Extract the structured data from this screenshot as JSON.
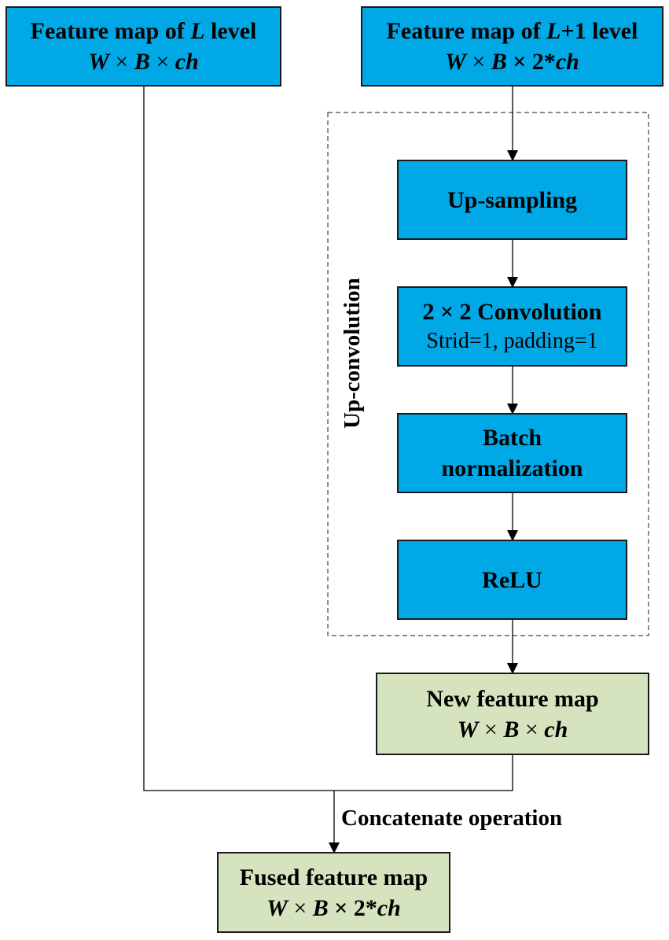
{
  "nodes": {
    "feature_l": {
      "title": "Feature map of L level",
      "title_pre": "Feature map of ",
      "title_var": "L",
      "title_post": " level",
      "dims": "W × B × ch",
      "dims_w": "W",
      "dims_x1": " × ",
      "dims_b": "B",
      "dims_x2": " × ",
      "dims_ch": "ch"
    },
    "feature_l1": {
      "title": "Feature map of L+1 level",
      "title_pre": "Feature map of ",
      "title_var": "L",
      "title_post": "+1 level",
      "dims": "W × B × 2*ch",
      "dims_w": "W",
      "dims_x1": " × ",
      "dims_b": "B",
      "dims_x2": " × 2*",
      "dims_ch": "ch"
    },
    "upsampling": {
      "label": "Up-sampling"
    },
    "conv": {
      "label": "2 × 2 Convolution",
      "sub": "Strid=1, padding=1"
    },
    "batchnorm": {
      "line1": "Batch",
      "line2": "normalization"
    },
    "relu": {
      "label": "ReLU"
    },
    "new_map": {
      "title": "New feature map",
      "dims": "W × B × ch",
      "dims_w": "W",
      "dims_x1": " × ",
      "dims_b": "B",
      "dims_x2": " × ",
      "dims_ch": "ch"
    },
    "fused_map": {
      "title": "Fused feature map",
      "dims": "W × B × 2*ch",
      "dims_w": "W",
      "dims_x1": " × ",
      "dims_b": "B",
      "dims_x2": " × 2*",
      "dims_ch": "ch"
    }
  },
  "group_label": "Up-convolution",
  "edge_label": "Concatenate operation",
  "colors": {
    "process_fill": "#00a8e6",
    "map_fill": "#d6e3bf",
    "stroke": "#1a1a1a"
  }
}
